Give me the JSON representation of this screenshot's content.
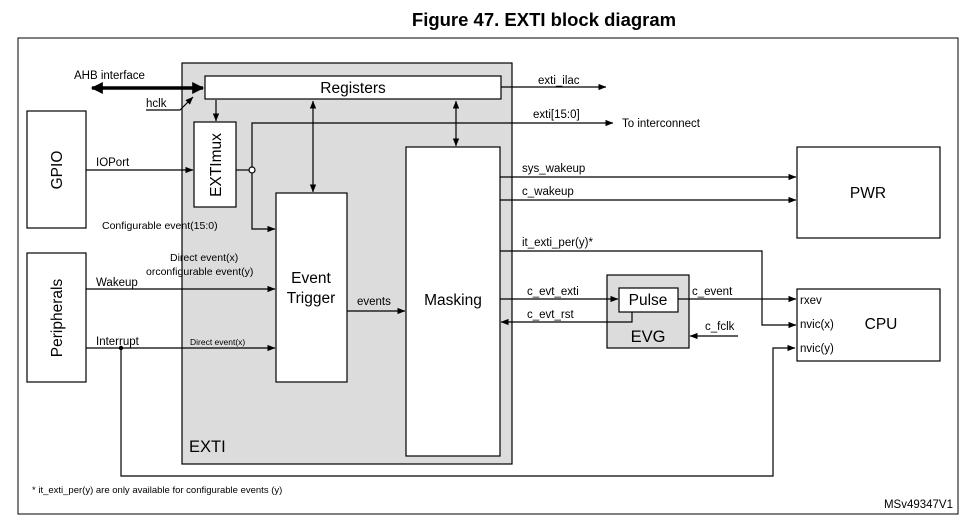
{
  "figure_title": "Figure 47. EXTI block diagram",
  "blocks": {
    "exti": "EXTI",
    "registers": "Registers",
    "extimux": "EXTImux",
    "event_trigger_line1": "Event",
    "event_trigger_line2": "Trigger",
    "masking": "Masking",
    "gpio": "GPIO",
    "peripherals": "Peripherals",
    "pwr": "PWR",
    "cpu": "CPU",
    "evg": "EVG",
    "pulse": "Pulse"
  },
  "signals": {
    "ahb_interface": "AHB interface",
    "hclk": "hclk",
    "ioport": "IOPort",
    "configurable_event": "Configurable event(15:0)",
    "direct_event_line1": "Direct event(x)",
    "direct_event_line2": "orconfigurable event(y)",
    "wakeup": "Wakeup",
    "interrupt": "Interrupt",
    "direct_event_x": "Direct event(x)",
    "events": "events",
    "exti_ilac": "exti_ilac",
    "exti_15_0": "exti[15:0]",
    "to_interconnect": "To interconnect",
    "sys_wakeup": "sys_wakeup",
    "c_wakeup": "c_wakeup",
    "it_exti_per": "it_exti_per(y)*",
    "c_evt_exti": "c_evt_exti",
    "c_evt_rst": "c_evt_rst",
    "c_event": "c_event",
    "c_fclk": "c_fclk",
    "rxev": "rxev",
    "nvic_x": "nvic(x)",
    "nvic_y": "nvic(y)"
  },
  "footnote": "* it_exti_per(y) are only available for configurable events (y)",
  "reference": "MSv49347V1"
}
